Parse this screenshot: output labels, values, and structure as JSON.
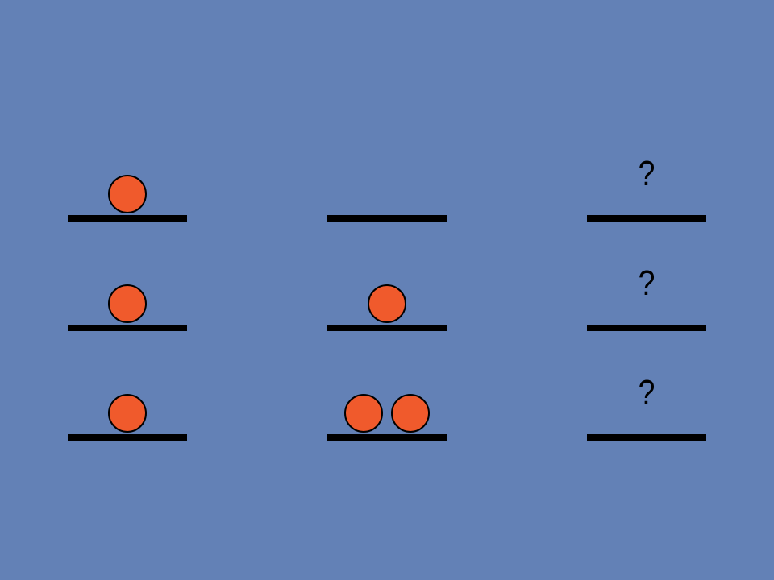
{
  "colors": {
    "background": "#6381b6",
    "ball_fill": "#f05a2c",
    "ball_outline": "#000000",
    "shelf": "#000000"
  },
  "columns": [
    {
      "rows": [
        {
          "balls": 1
        },
        {
          "balls": 1
        },
        {
          "balls": 1
        }
      ]
    },
    {
      "rows": [
        {
          "balls": 0
        },
        {
          "balls": 1
        },
        {
          "balls": 2
        }
      ]
    },
    {
      "rows": [
        {
          "label": "?"
        },
        {
          "label": "?"
        },
        {
          "label": "?"
        }
      ]
    }
  ]
}
